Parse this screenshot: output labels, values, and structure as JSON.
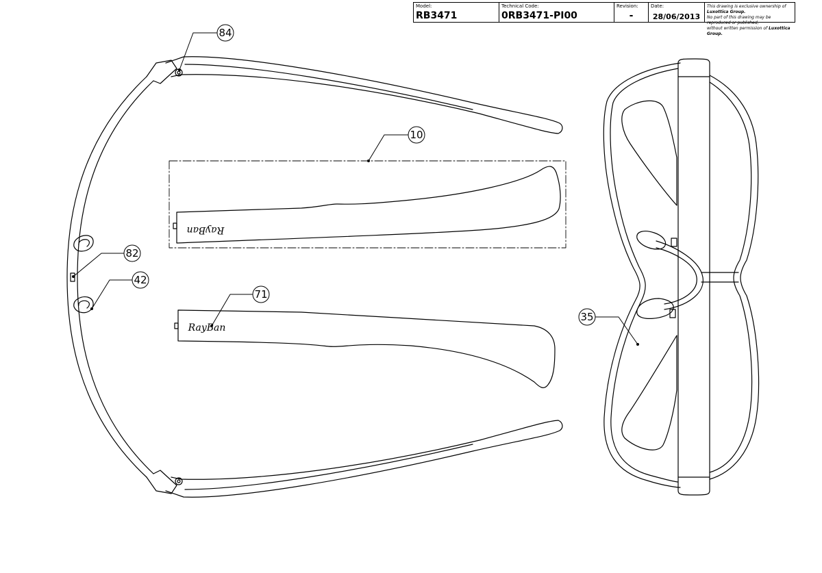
{
  "title_block": {
    "model_label": "Model:",
    "model_value": "RB3471",
    "technical_code_label": "Technical Code:",
    "technical_code_value": "0RB3471-PI00",
    "revision_label": "Revision:",
    "revision_value": "-",
    "date_label": "Date:",
    "date_value": "28/06/2013",
    "notice_line1": "This drawing is exclusive ownership of",
    "notice_owner1": "Luxottica Group.",
    "notice_line2": "No part of this drawing may be reproduced or published,",
    "notice_line3": "without written permission of",
    "notice_owner2": "Luxottica Group."
  },
  "callouts": {
    "c84": "84",
    "c10": "10",
    "c82": "82",
    "c42": "42",
    "c71": "71",
    "c35": "35"
  },
  "logos": {
    "temple_logo": "RayBan"
  },
  "colors": {
    "line": "#000000",
    "background": "#ffffff"
  }
}
